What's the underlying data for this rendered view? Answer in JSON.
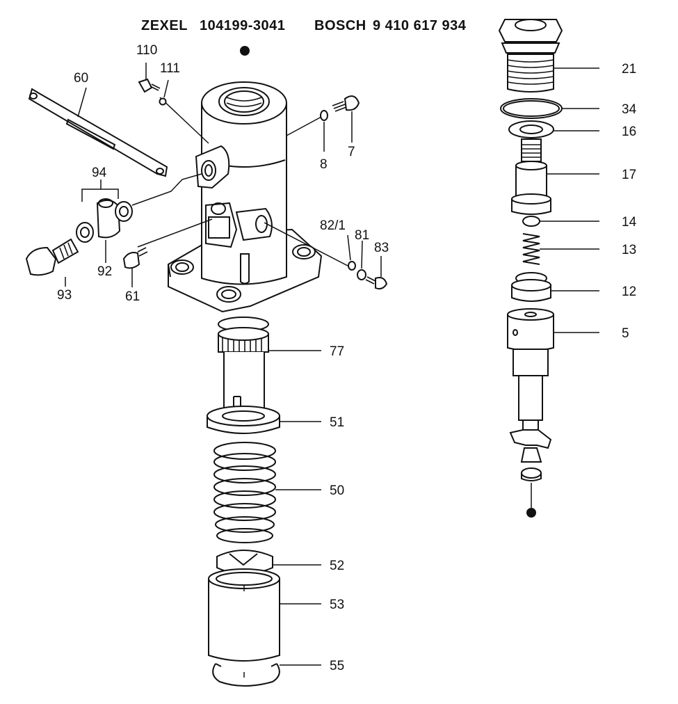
{
  "header": {
    "brand1": "ZEXEL",
    "part1": "104199-3041",
    "brand2": "BOSCH",
    "part2": "9 410 617 934"
  },
  "labels": [
    {
      "key": "110",
      "text": "110"
    },
    {
      "key": "111",
      "text": "111"
    },
    {
      "key": "60",
      "text": "60"
    },
    {
      "key": "7",
      "text": "7"
    },
    {
      "key": "8",
      "text": "8"
    },
    {
      "key": "94",
      "text": "94"
    },
    {
      "key": "92",
      "text": "92"
    },
    {
      "key": "93",
      "text": "93"
    },
    {
      "key": "61",
      "text": "61"
    },
    {
      "key": "82_1",
      "text": "82/1"
    },
    {
      "key": "81",
      "text": "81"
    },
    {
      "key": "83",
      "text": "83"
    },
    {
      "key": "77",
      "text": "77"
    },
    {
      "key": "51",
      "text": "51"
    },
    {
      "key": "50",
      "text": "50"
    },
    {
      "key": "52",
      "text": "52"
    },
    {
      "key": "53",
      "text": "53"
    },
    {
      "key": "55",
      "text": "55"
    },
    {
      "key": "21",
      "text": "21"
    },
    {
      "key": "34",
      "text": "34"
    },
    {
      "key": "16",
      "text": "16"
    },
    {
      "key": "17",
      "text": "17"
    },
    {
      "key": "14",
      "text": "14"
    },
    {
      "key": "13",
      "text": "13"
    },
    {
      "key": "12",
      "text": "12"
    },
    {
      "key": "5",
      "text": "5"
    }
  ]
}
